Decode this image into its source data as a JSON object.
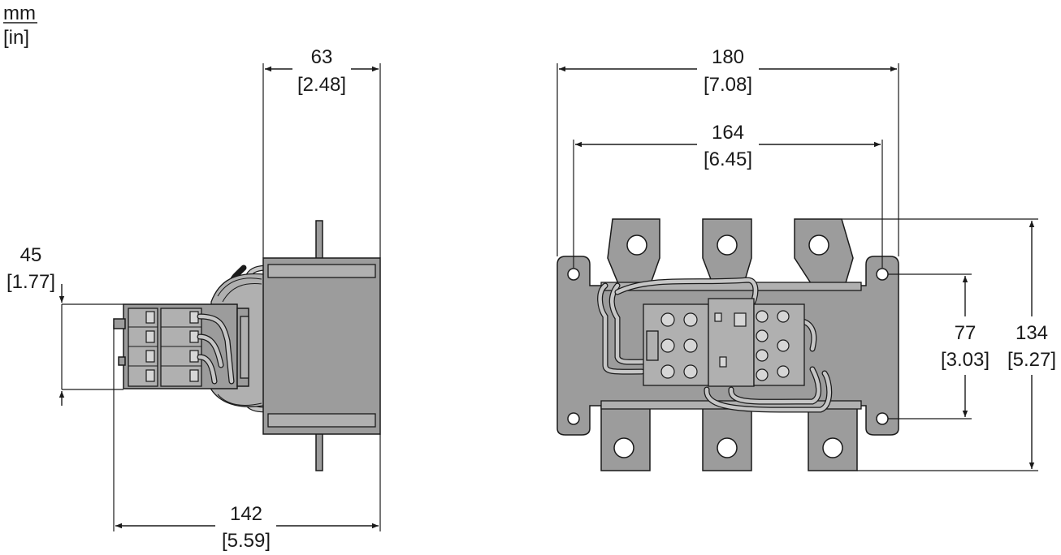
{
  "units": {
    "primary": "mm",
    "secondary": "[in]"
  },
  "dimensions": {
    "side_depth": {
      "mm": "63",
      "in": "[2.48]"
    },
    "side_height": {
      "mm": "45",
      "in": "[1.77]"
    },
    "side_length": {
      "mm": "142",
      "in": "[5.59]"
    },
    "front_width": {
      "mm": "180",
      "in": "[7.08]"
    },
    "front_hole_spacing": {
      "mm": "164",
      "in": "[6.45]"
    },
    "front_hole_vertical": {
      "mm": "77",
      "in": "[3.03]"
    },
    "front_height": {
      "mm": "134",
      "in": "[5.27]"
    }
  }
}
